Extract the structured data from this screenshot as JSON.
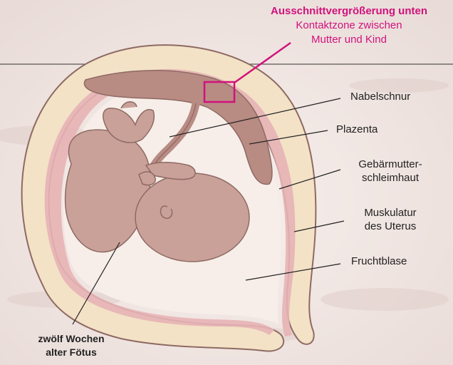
{
  "callout": {
    "title": "Ausschnittvergrößerung unten",
    "line1": "Kontaktzone zwischen",
    "line2": "Mutter und Kind"
  },
  "labels": {
    "nabelschnur": "Nabelschnur",
    "plazenta": "Plazenta",
    "gebaermutter_1": "Gebärmutter-",
    "gebaermutter_2": "schleimhaut",
    "muskulatur_1": "Muskulatur",
    "muskulatur_2": "des Uterus",
    "fruchtblase": "Fruchtblase",
    "foetus_1": "zwölf Wochen",
    "foetus_2": "alter Fötus"
  },
  "colors": {
    "accent": "#d1127c",
    "uterus_wall": "#f3e2c6",
    "endometrium": "#e7b3b5",
    "placenta": "#b88b83",
    "fetus": "#c9a199",
    "fetus_outline": "#8e6a63",
    "amniotic": "#f7eee9",
    "background": "#f4eae6"
  }
}
